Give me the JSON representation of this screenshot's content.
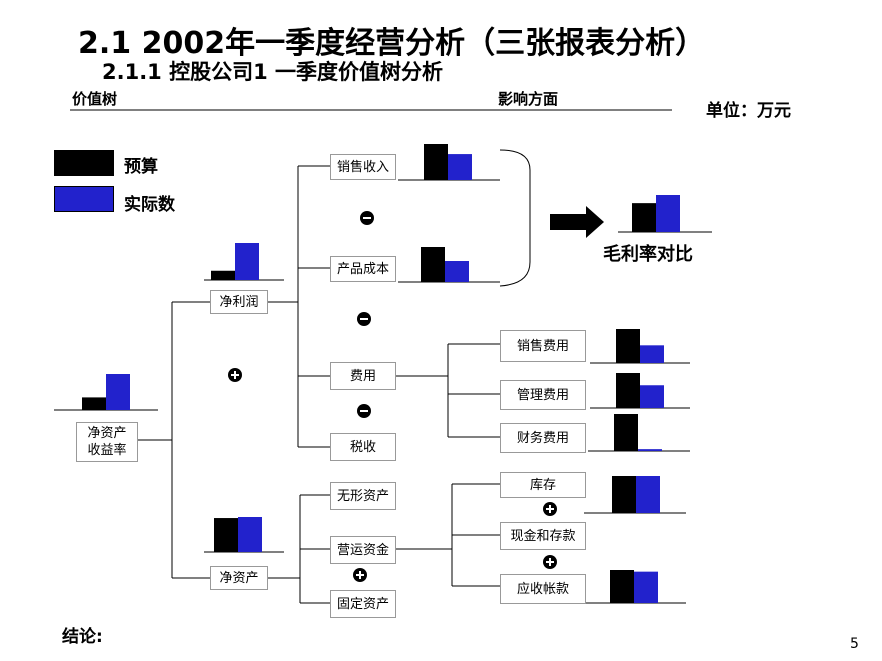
{
  "title": "2.1 2002年一季度经营分析（三张报表分析）",
  "subtitle": "2.1.1  控股公司1 一季度价值树分析",
  "header": {
    "left": "价值树",
    "right": "影响方面"
  },
  "unit": "单位：万元",
  "legend": {
    "budget": {
      "label": "预算",
      "color": "#000000"
    },
    "actual": {
      "label": "实际数",
      "color": "#2222cc"
    }
  },
  "nodes": {
    "roe": "净资产\n收益率",
    "net_profit": "净利润",
    "net_assets": "净资产",
    "sales_revenue": "销售收入",
    "product_cost": "产品成本",
    "expenses": "费用",
    "tax": "税收",
    "intangible_assets": "无形资产",
    "working_capital": "营运资金",
    "fixed_assets": "固定资产",
    "selling_expense": "销售费用",
    "admin_expense": "管理费用",
    "finance_expense": "财务费用",
    "inventory": "库存",
    "cash_deposits": "现金和存款",
    "receivables": "应收帐款"
  },
  "operators": {
    "minus_1": "−",
    "minus_2": "−",
    "minus_3": "−",
    "plus_1": "+",
    "plus_2": "+",
    "plus_3": "+",
    "plus_4": "+"
  },
  "gross_margin_label": "毛利率对比",
  "conclusion_label": "结论:",
  "page_number": "5",
  "chart_data": [
    {
      "type": "bar",
      "label": "净资产收益率",
      "series": [
        {
          "name": "预算",
          "values": [
            0.35
          ]
        },
        {
          "name": "实际数",
          "values": [
            1.0
          ]
        }
      ]
    },
    {
      "type": "bar",
      "label": "净利润",
      "series": [
        {
          "name": "预算",
          "values": [
            0.25
          ]
        },
        {
          "name": "实际数",
          "values": [
            1.0
          ]
        }
      ]
    },
    {
      "type": "bar",
      "label": "净资产",
      "series": [
        {
          "name": "预算",
          "values": [
            0.97
          ]
        },
        {
          "name": "实际数",
          "values": [
            1.0
          ]
        }
      ]
    },
    {
      "type": "bar",
      "label": "销售收入",
      "series": [
        {
          "name": "预算",
          "values": [
            1.0
          ]
        },
        {
          "name": "实际数",
          "values": [
            0.72
          ]
        }
      ]
    },
    {
      "type": "bar",
      "label": "产品成本",
      "series": [
        {
          "name": "预算",
          "values": [
            1.0
          ]
        },
        {
          "name": "实际数",
          "values": [
            0.6
          ]
        }
      ]
    },
    {
      "type": "bar",
      "label": "毛利率对比",
      "series": [
        {
          "name": "预算",
          "values": [
            0.78
          ]
        },
        {
          "name": "实际数",
          "values": [
            1.0
          ]
        }
      ]
    },
    {
      "type": "bar",
      "label": "销售费用",
      "series": [
        {
          "name": "预算",
          "values": [
            1.0
          ]
        },
        {
          "name": "实际数",
          "values": [
            0.52
          ]
        }
      ]
    },
    {
      "type": "bar",
      "label": "管理费用",
      "series": [
        {
          "name": "预算",
          "values": [
            1.0
          ]
        },
        {
          "name": "实际数",
          "values": [
            0.65
          ]
        }
      ]
    },
    {
      "type": "bar",
      "label": "财务费用",
      "series": [
        {
          "name": "预算",
          "values": [
            1.0
          ]
        },
        {
          "name": "实际数",
          "values": [
            0.05
          ]
        }
      ]
    },
    {
      "type": "bar",
      "label": "库存",
      "series": [
        {
          "name": "预算",
          "values": [
            1.0
          ]
        },
        {
          "name": "实际数",
          "values": [
            1.0
          ]
        }
      ]
    },
    {
      "type": "bar",
      "label": "应收帐款",
      "series": [
        {
          "name": "预算",
          "values": [
            1.0
          ]
        },
        {
          "name": "实际数",
          "values": [
            0.95
          ]
        }
      ]
    }
  ]
}
